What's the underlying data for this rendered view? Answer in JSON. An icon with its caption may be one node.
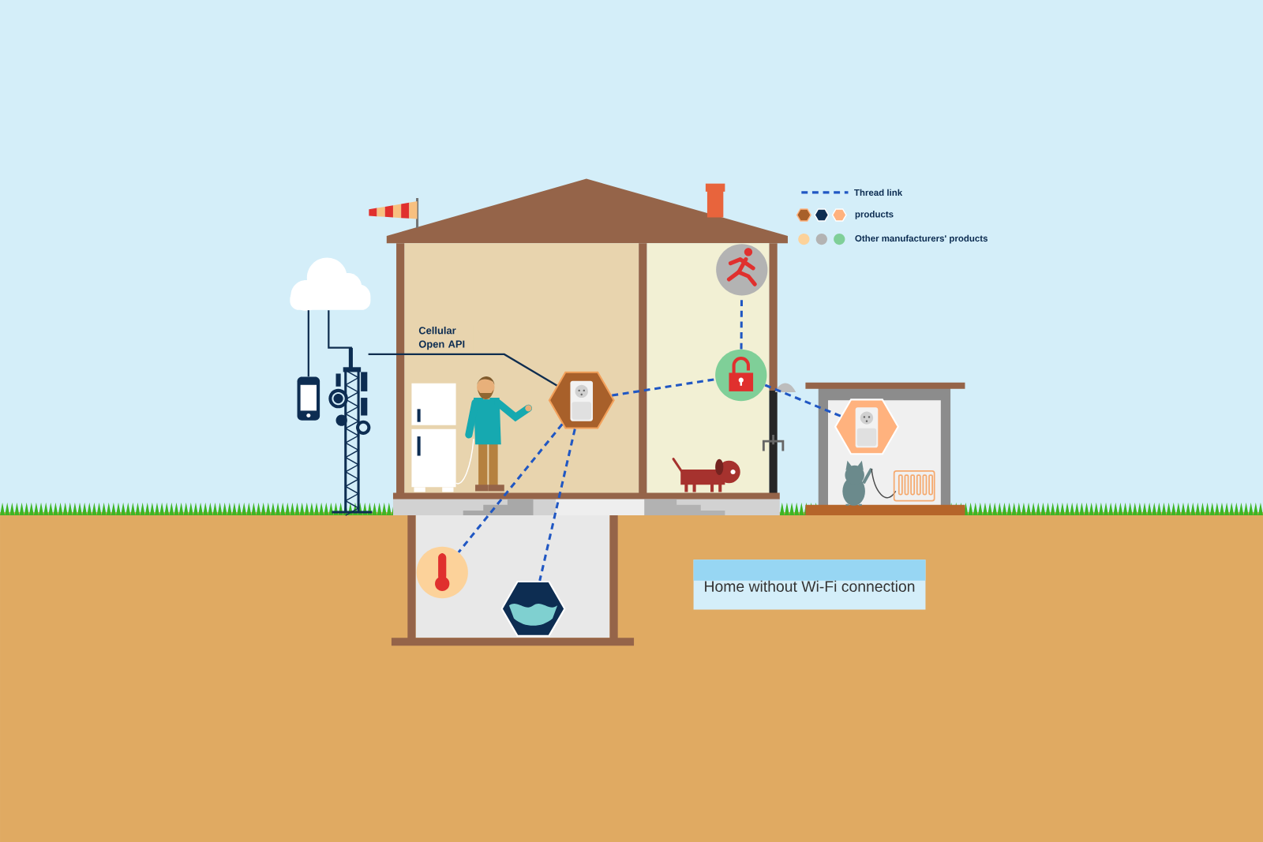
{
  "diagram": {
    "nodes": [
      {
        "text": [],
        "shape": "cloud"
      },
      {
        "text": [],
        "shape": "picture"
      },
      {
        "text": [],
        "shape": "picture"
      },
      {
        "text": [],
        "shape": "hexagon"
      },
      {
        "text": [],
        "shape": "circle"
      },
      {
        "text": [],
        "shape": "circle"
      },
      {
        "text": [],
        "shape": "hexagon"
      },
      {
        "text": [],
        "shape": "circle"
      },
      {
        "text": [],
        "shape": "hexagon"
      },
      {
        "text": [
          "Home without Wi-Fi connection"
        ]
      }
    ],
    "edges": [
      {
        "from": 0,
        "to": 1,
        "arrow": "none",
        "color": "#0f2d4f"
      },
      {
        "from": 0,
        "to": 2,
        "arrow": "none",
        "color": "#0f2d4f"
      },
      {
        "from": 2,
        "to": 3,
        "arrow": "none",
        "color": "#0f2d4f",
        "label": "Cellular Open API"
      },
      {
        "from": 3,
        "to": 5,
        "arrow": "none",
        "style": "dashed"
      },
      {
        "from": 5,
        "to": 4,
        "arrow": "none",
        "style": "dashed"
      },
      {
        "from": 5,
        "to": 6,
        "arrow": "none",
        "style": "dashed"
      },
      {
        "from": 3,
        "to": 7,
        "arrow": "none",
        "style": "dashed"
      },
      {
        "from": 3,
        "to": 8,
        "arrow": "none",
        "style": "dashed"
      }
    ],
    "legend": [
      {
        "text": "Thread link"
      },
      {
        "text": "products"
      },
      {
        "text": "Other manufacturers' products"
      }
    ]
  }
}
